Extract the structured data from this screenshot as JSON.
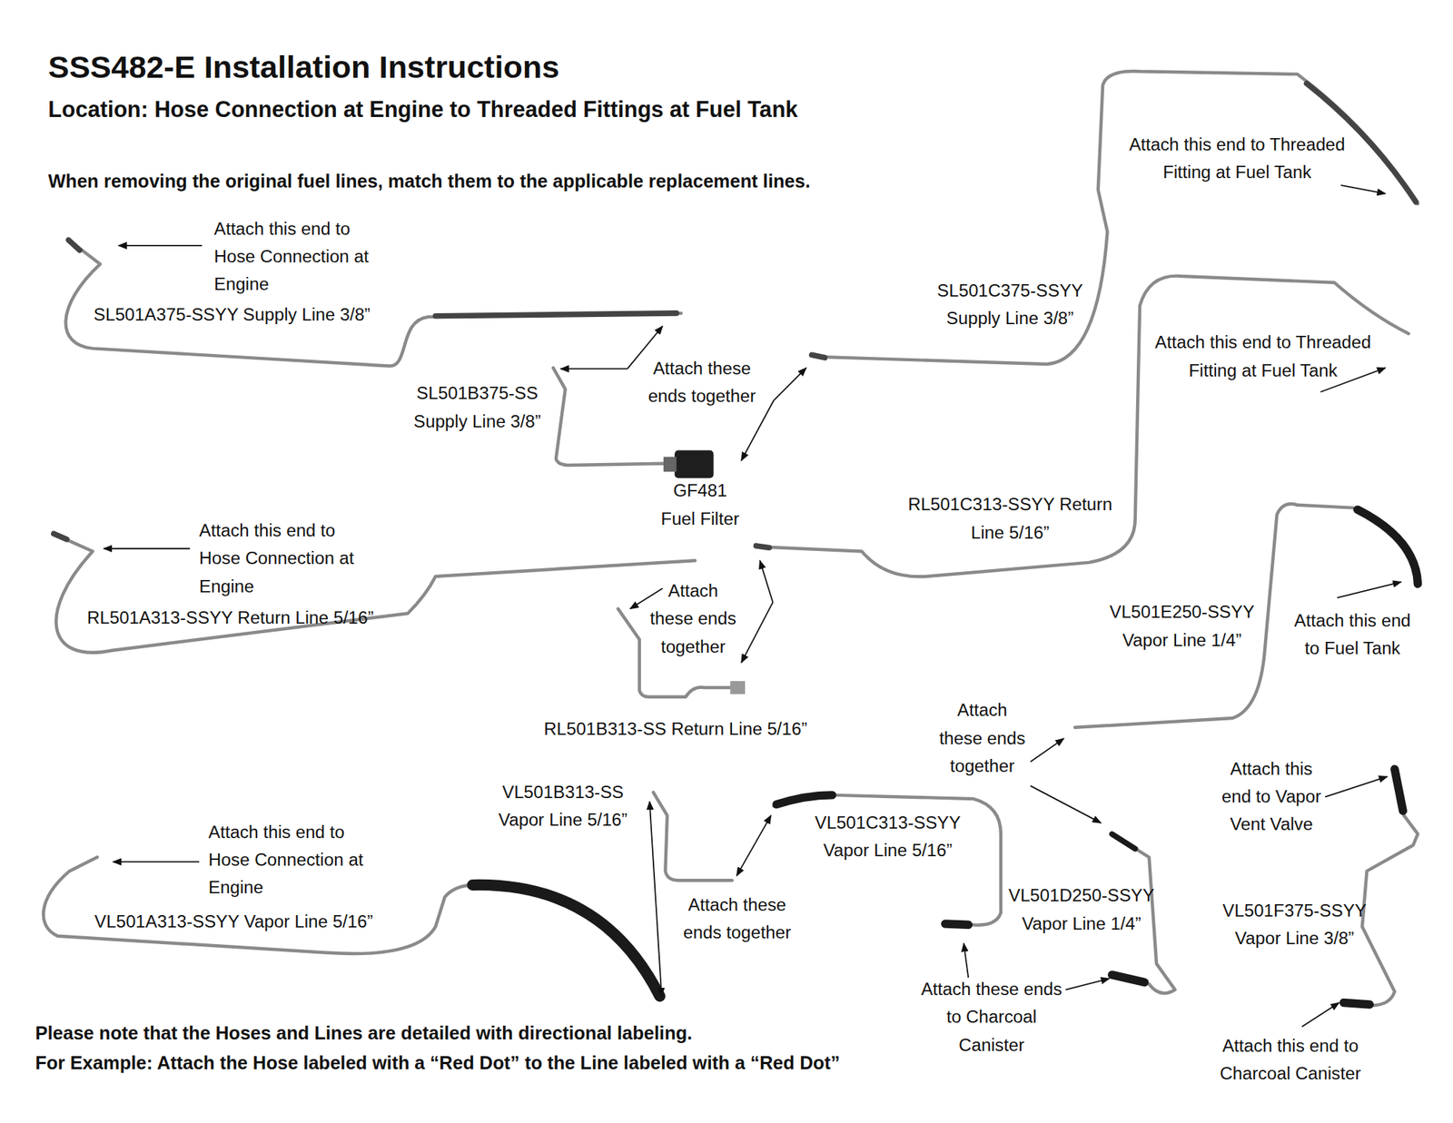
{
  "diagram": {
    "title": "SSS482-E Installation Instructions",
    "labels": [
      "Location: Hose Connection at Engine to Threaded Fittings at Fuel Tank",
      "When removing the original fuel lines, match them to the applicable replacement lines.",
      "Attach this end to Hose Connection at Engine",
      "SL501A375-SSYY Supply Line 3/8”",
      "Attach these ends together",
      "SL501B375-SS Supply Line 3/8”",
      "GF481 Fuel Filter",
      "Attach this end to Threaded Fitting at Fuel Tank",
      "SL501C375-SSYY Supply Line 3/8”",
      "Attach this end to Threaded Fitting at Fuel Tank",
      "RL501C313-SSYY Return Line 5/16”",
      "Attach this end to Hose Connection at Engine",
      "RL501A313-SSYY Return Line 5/16”",
      "Attach these ends together",
      "RL501B313-SS Return Line 5/16”",
      "VL501E250-SSYY Vapor Line 1/4”",
      "Attach this end to Fuel Tank",
      "Attach these ends together",
      "VL501B313-SS Vapor Line 5/16”",
      "Attach this end to Hose Connection at Engine",
      "VL501A313-SSYY Vapor Line 5/16”",
      "VL501C313-SSYY Vapor Line 5/16”",
      "Attach these ends together",
      "VL501D250-SSYY Vapor Line 1/4”",
      "Attach this end to Vapor Vent Valve",
      "VL501F375-SSYY Vapor Line 3/8”",
      "Attach these ends to Charcoal Canister",
      "Attach this end to Charcoal Canister",
      "Please note that the Hoses and Lines are detailed with directional labeling.",
      "For Example: Attach the Hose labeled with a “Red Dot” to the Line labeled with a “Red Dot”"
    ]
  }
}
